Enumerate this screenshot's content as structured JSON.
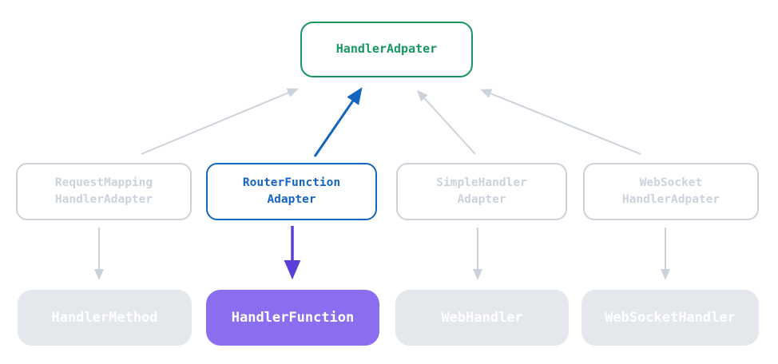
{
  "diagram": {
    "description": "Handler adapter class hierarchy diagram"
  },
  "nodes": {
    "top": {
      "label": "HandlerAdpater"
    },
    "middle": [
      {
        "line1": "RequestMapping",
        "line2": "HandlerAdapter"
      },
      {
        "line1": "RouterFunction",
        "line2": "Adapter"
      },
      {
        "line1": "SimpleHandler",
        "line2": "Adapter"
      },
      {
        "line1": "WebSocket",
        "line2": "HandlerAdpater"
      }
    ],
    "bottom": [
      {
        "label": "HandlerMethod"
      },
      {
        "label": "HandlerFunction"
      },
      {
        "label": "WebHandler"
      },
      {
        "label": "WebSocketHandler"
      }
    ]
  },
  "colors": {
    "green": "#17975f",
    "blue": "#1565c0",
    "purple_fill": "#8b6ef0",
    "purple_arrow": "#5b3ed8",
    "gray": "#ccd2dc",
    "gray_fill": "#e4e7ec",
    "white_text": "#ffffff",
    "bg": "#ffffff"
  }
}
